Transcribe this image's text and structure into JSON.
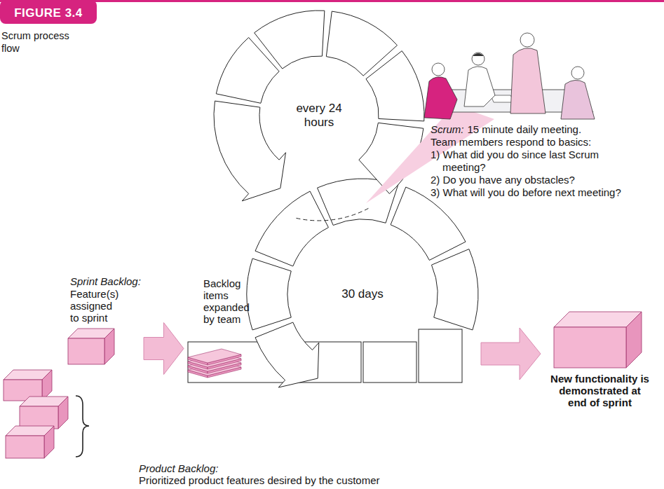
{
  "diagram": {
    "title": "FIGURE 3.4",
    "caption": "Scrum process flow",
    "nodes": [
      {
        "text": [
          "Product Backlog:",
          "Prioritized product features desired by the customer"
        ]
      },
      {
        "text": [
          "Sprint Backlog:",
          "Feature(s) assigned to sprint"
        ]
      },
      {
        "text": [
          "Backlog items expanded by team"
        ]
      },
      {
        "text": [
          "30 days"
        ]
      },
      {
        "text": [
          "every 24 hours"
        ]
      },
      {
        "text": [
          "New functionality is demonstrated at end of sprint"
        ]
      }
    ],
    "edges": [
      {
        "from": 1,
        "to": 2,
        "arrow": "to"
      },
      {
        "from": 3,
        "to": 5,
        "arrow": "to"
      }
    ],
    "labels": [
      "Scrum:",
      "15 minute daily meeting.",
      "Team members respond to basics:",
      "1) What did you do since last Scrum meeting?",
      "2) Do you have any obstacles?",
      "3) What will you do before next meeting?"
    ]
  }
}
